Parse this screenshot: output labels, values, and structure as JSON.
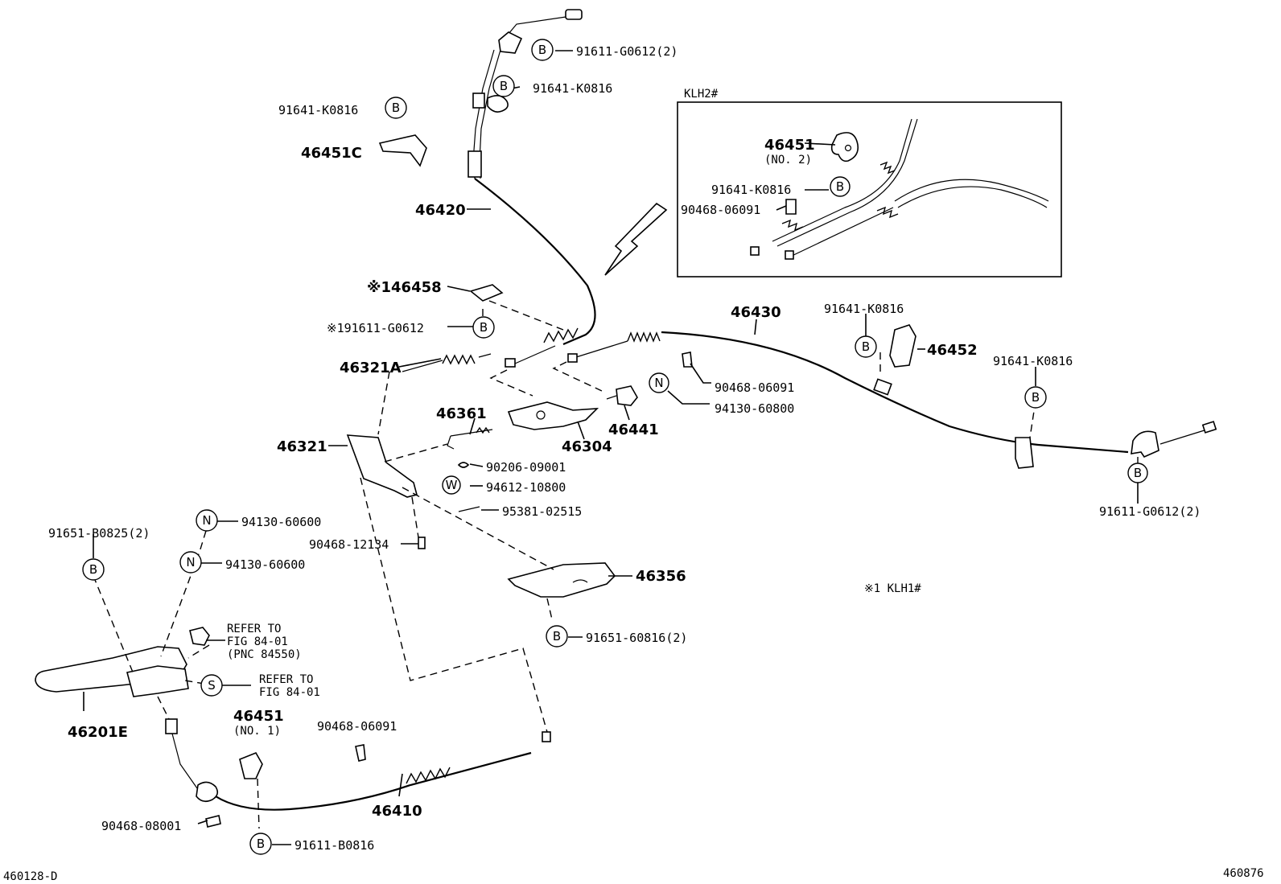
{
  "diagram": {
    "inset_label": "KLH2#",
    "footnote": "※1 KLH1#",
    "footer_left": "460128-D",
    "footer_right": "460876",
    "part_labels": {
      "p46420": "46420",
      "p46430": "46430",
      "p46451c": "46451C",
      "p46458": "※146458",
      "p91611_g0612_star": "※191611-G0612",
      "p46321a": "46321A",
      "p46321": "46321",
      "p46361": "46361",
      "p46304": "46304",
      "p46441": "46441",
      "p46452": "46452",
      "p46356": "46356",
      "p46201e": "46201E",
      "p46410": "46410",
      "p46451_no1": "46451",
      "p46451_no1_sub": "(NO. 1)",
      "p46451_no2": "46451",
      "p46451_no2_sub": "(NO. 2)"
    },
    "fastener_labels": {
      "top_b_91611_g0612_2": "91611-G0612(2)",
      "top_b_91641_k0816": "91641-K0816",
      "left_b_91641_k0816": "91641-K0816",
      "inset_b_91641_k0816": "91641-K0816",
      "inset_90468_06091": "90468-06091",
      "mid_90468_06091": "90468-06091",
      "mid_n_94130_60800": "94130-60800",
      "right_b_91641_k0816_a": "91641-K0816",
      "right_b_91641_k0816_b": "91641-K0816",
      "right_b_91611_g0612_2": "91611-G0612(2)",
      "p90206_09001": "90206-09001",
      "w_94612_10800": "94612-10800",
      "p95381_02515": "95381-02515",
      "p90468_12134": "90468-12134",
      "n_94130_60600_a": "94130-60600",
      "n_94130_60600_b": "94130-60600",
      "b_91651_b0825_2": "91651-B0825(2)",
      "b_91651_60816_2": "91651-60816(2)",
      "p90468_06091_low": "90468-06091",
      "p90468_08001": "90468-08001",
      "b_91611_b0816": "91611-B0816"
    },
    "refer_notes": {
      "refer1_l1": "REFER TO",
      "refer1_l2": "FIG 84-01",
      "refer1_l3": "(PNC 84550)",
      "refer2_l1": "REFER TO",
      "refer2_l2": "FIG 84-01"
    },
    "symbols": {
      "b": "B",
      "n": "N",
      "w": "W",
      "s": "S"
    }
  }
}
